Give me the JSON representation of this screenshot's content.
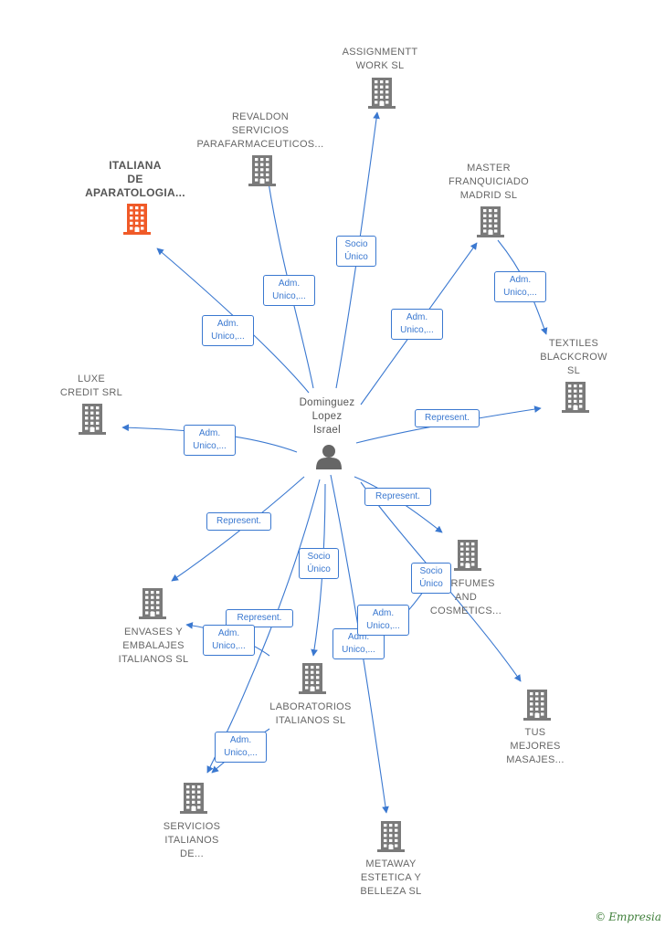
{
  "colors": {
    "edge": "#3a78d0",
    "building": "#7a7a7a",
    "highlight": "#f05a28",
    "person": "#666666"
  },
  "center": {
    "label": "Dominguez\nLopez\nIsrael",
    "icon": "person-icon"
  },
  "nodes": [
    {
      "id": "assignmentt",
      "label": "ASSIGNMENTT\nWORK SL",
      "icon": "building-icon"
    },
    {
      "id": "revaldon",
      "label": "REVALDON\nSERVICIOS\nPARAFARMACEUTICOS...",
      "icon": "building-icon"
    },
    {
      "id": "italiana",
      "label": "ITALIANA\nDE\nAPARATOLOGIA...",
      "icon": "building-icon",
      "highlight": true
    },
    {
      "id": "master",
      "label": "MASTER\nFRANQUICIADO\nMADRID  SL",
      "icon": "building-icon"
    },
    {
      "id": "textiles",
      "label": "TEXTILES\nBLACKCROW\nSL",
      "icon": "building-icon"
    },
    {
      "id": "luxe",
      "label": "LUXE\nCREDIT SRL",
      "icon": "building-icon"
    },
    {
      "id": "perfumes",
      "label": "PERFUMES\nAND\nCOSMETICS...",
      "icon": "building-icon"
    },
    {
      "id": "envases",
      "label": "ENVASES Y\nEMBALAJES\nITALIANOS  SL",
      "icon": "building-icon"
    },
    {
      "id": "laboratorios",
      "label": "LABORATORIOS\nITALIANOS  SL",
      "icon": "building-icon"
    },
    {
      "id": "tus",
      "label": "TUS\nMEJORES\nMASAJES...",
      "icon": "building-icon"
    },
    {
      "id": "servicios",
      "label": "SERVICIOS\nITALIANOS\nDE...",
      "icon": "building-icon"
    },
    {
      "id": "metaway",
      "label": "METAWAY\nESTETICA Y\nBELLEZA  SL",
      "icon": "building-icon"
    }
  ],
  "edges": [
    {
      "label": "Socio\nÚnico"
    },
    {
      "label": "Adm.\nUnico,..."
    },
    {
      "label": "Adm.\nUnico,..."
    },
    {
      "label": "Adm.\nUnico,..."
    },
    {
      "label": "Adm.\nUnico,..."
    },
    {
      "label": "Represent."
    },
    {
      "label": "Adm.\nUnico,..."
    },
    {
      "label": "Represent."
    },
    {
      "label": "Represent."
    },
    {
      "label": "Socio\nÚnico"
    },
    {
      "label": "Socio\nÚnico"
    },
    {
      "label": "Represent."
    },
    {
      "label": "Adm.\nUnico,..."
    },
    {
      "label": "Adm.\nUnico,..."
    },
    {
      "label": "Adm.\nUnico,..."
    },
    {
      "label": "Adm.\nUnico,..."
    }
  ],
  "brand": {
    "copyright": "©",
    "name": "Empresia"
  }
}
